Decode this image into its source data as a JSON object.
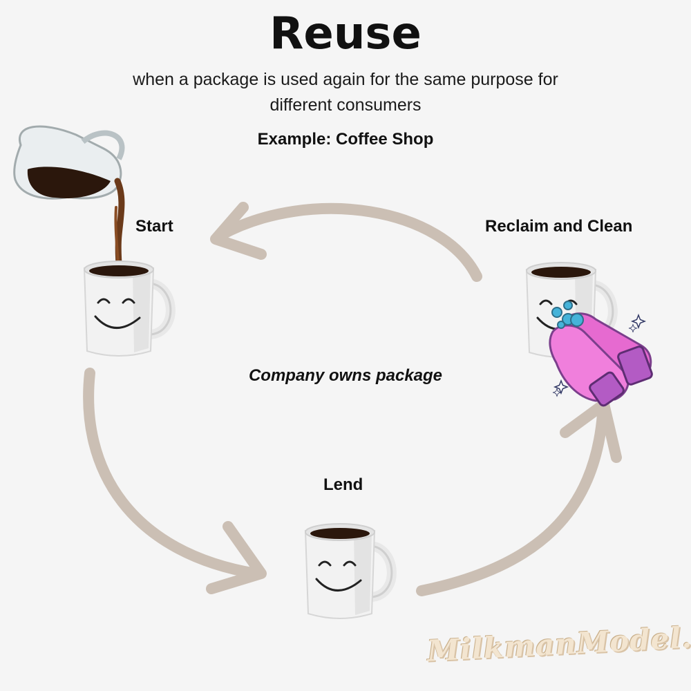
{
  "title": "Reuse",
  "subtitle": "when a package is used again for the same purpose for different consumers",
  "example": "Example: Coffee Shop",
  "steps": {
    "start": "Start",
    "reclaim": "Reclaim and Clean",
    "lend": "Lend"
  },
  "center_text": "Company owns package",
  "watermark": "MilkmanModel.com",
  "colors": {
    "arrow": "#cbbfb4",
    "coffee": "#2b170c",
    "glove": "#e66ad0",
    "bubble": "#45b3d9"
  },
  "icons": [
    "coffee-pot-icon",
    "coffee-mug-icon",
    "rubber-gloves-icon",
    "sparkle-icon"
  ]
}
